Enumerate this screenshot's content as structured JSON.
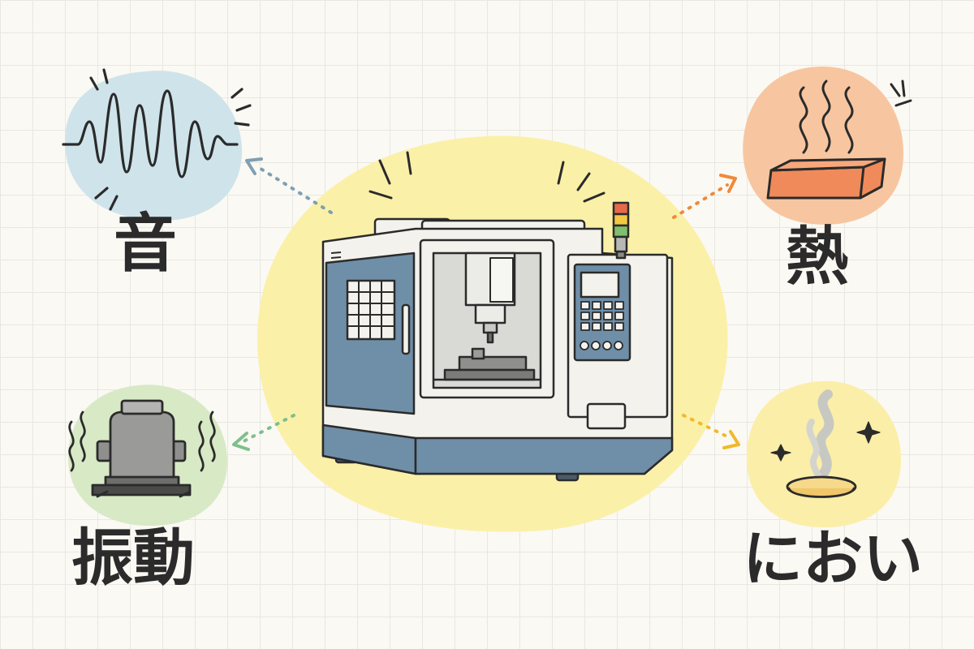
{
  "labels": {
    "sound": "音",
    "heat": "熱",
    "vibration": "振動",
    "smell": "におい"
  },
  "colors": {
    "center_blob": "#fbf0a8",
    "sound_blob": "#cfe3ea",
    "heat_blob": "#f7c6a0",
    "vibration_blob": "#d8e9c6",
    "smell_blob": "#fbeea8",
    "sound_arrow": "#7f9fb2",
    "heat_arrow": "#ef8a3a",
    "vibration_arrow": "#7fbf8e",
    "smell_arrow": "#f1b92a",
    "machine_blue": "#6f8ea8",
    "outline": "#2b2b2b"
  },
  "icons": {
    "center": "cnc-machine-icon",
    "sound": "sound-wave-icon",
    "heat": "heat-waves-icon",
    "vibration": "vibrating-motor-icon",
    "smell": "smell-vapor-icon"
  }
}
